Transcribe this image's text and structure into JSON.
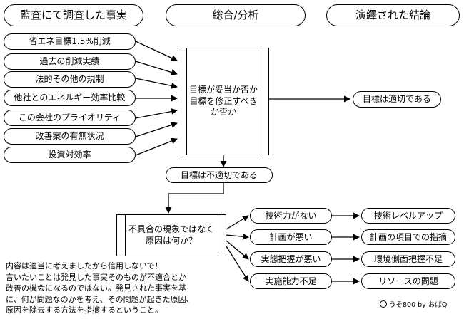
{
  "headers": {
    "audit": "監査にて調査した事実",
    "analysis": "総合/分析",
    "conclusion": "演繹された結論"
  },
  "facts": [
    "省エネ目標1.5%削減",
    "過去の削減実績",
    "法的その他の規制",
    "他社とのエネルギー効率比較",
    "この会社のプライオリティ",
    "改善案の有無状況",
    "投資対効率"
  ],
  "question_main": "目標が妥当か否か目標を修正すべきか否か",
  "result_ok": "目標は適切である",
  "result_ng": "目標は不適切である",
  "question_cause": "不具合の現象ではなく原因は何か？",
  "causes": [
    {
      "cause": "技術力がない",
      "remedy": "技術レベルアップ"
    },
    {
      "cause": "計画が悪い",
      "remedy": "計画の項目での指摘"
    },
    {
      "cause": "実態把握が悪い",
      "remedy": "環境側面把握不足"
    },
    {
      "cause": "実施能力不足",
      "remedy": "リソースの問題"
    }
  ],
  "note_lines": [
    "内容は適当に考えましたから信用しないで！",
    "言いたいことは発見した事実そのものが不適合とか",
    "改善の機会になるのではない。発見された事実を基",
    "に、何が問題なのかを考え、その問題が起きた原因、",
    "原因を除去する方法を指摘するということ。"
  ],
  "credit": "うそ800 by おばQ"
}
